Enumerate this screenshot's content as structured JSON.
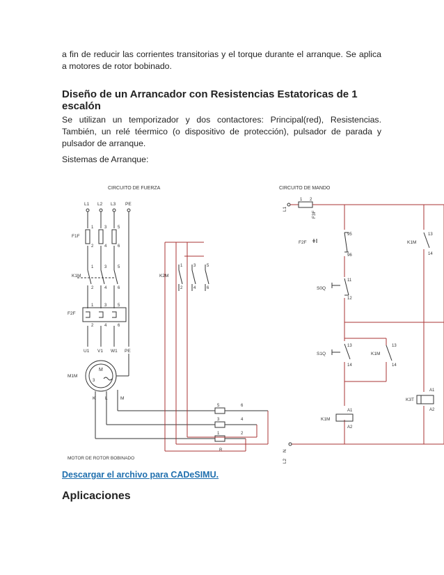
{
  "intro_text": "a fin de reducir las corrientes transitorias y el torque durante el arranque. Se aplica a motores de rotor bobinado.",
  "section_heading": "Diseño de un Arrancador con Resistencias Estatoricas de 1 escalón",
  "description_text": "Se utilizan un temporizador y dos contactores: Principal(red), Resistencias. También, un relé téermico (o dispositivo de protección), pulsador de parada y pulsador de arranque.",
  "systems_label": "Sistemas de Arranque:",
  "diagram": {
    "power_title": "CIRCUITO DE FUERZA",
    "control_title": "CIRCUITO DE MANDO",
    "footer_label": "MOTOR DE ROTOR BOBINADO",
    "phases": [
      "L1",
      "L2",
      "L3",
      "PE"
    ],
    "f1f": "F1F",
    "k1m": "K1M",
    "k2m": "K2M",
    "f2f": "F2F",
    "m1m": "M1M",
    "motor_terminals": [
      "U1",
      "V1",
      "W1",
      "PE"
    ],
    "rotor_terminals": [
      "K",
      "L",
      "M"
    ],
    "motor_letter": "M",
    "motor_phases": "3",
    "term_top": [
      "1",
      "3",
      "5"
    ],
    "term_bottom": [
      "2",
      "4",
      "6"
    ],
    "rheostat_terms": [
      [
        "5",
        "6"
      ],
      [
        "3",
        "4"
      ],
      [
        "1",
        "2"
      ]
    ],
    "rheostat_label": "R",
    "l1": "L1",
    "f3f": "F3F",
    "n_label": "N",
    "l2": "L2",
    "f2f_contacts": [
      "95",
      "96"
    ],
    "s0q": "S0Q",
    "s0q_contacts": [
      "11",
      "12"
    ],
    "s1q": "S1Q",
    "s1q_contacts": [
      "13",
      "14"
    ],
    "k1m_aux": [
      "13",
      "14"
    ],
    "k1m_coil": [
      "A1",
      "A2"
    ],
    "k1m_right": "K1M",
    "k1m_right_contacts": [
      "13",
      "14"
    ],
    "k3t": "K3T",
    "k3t_coil": [
      "A1",
      "A2"
    ],
    "fuse_terms": [
      "1",
      "2"
    ]
  },
  "download_link": "Descargar el archivo para CADeSIMU.",
  "applications_heading": "Aplicaciones"
}
